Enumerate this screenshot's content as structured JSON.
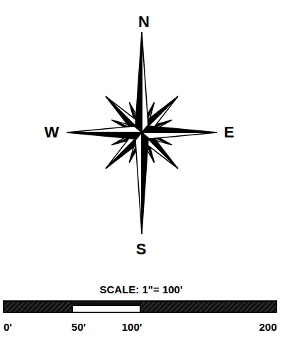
{
  "diagram": {
    "labels": [
      "N",
      "W",
      "E",
      "S",
      "SCALE: 1\"= 100'",
      "0'",
      "50'",
      "100'",
      "200"
    ]
  }
}
